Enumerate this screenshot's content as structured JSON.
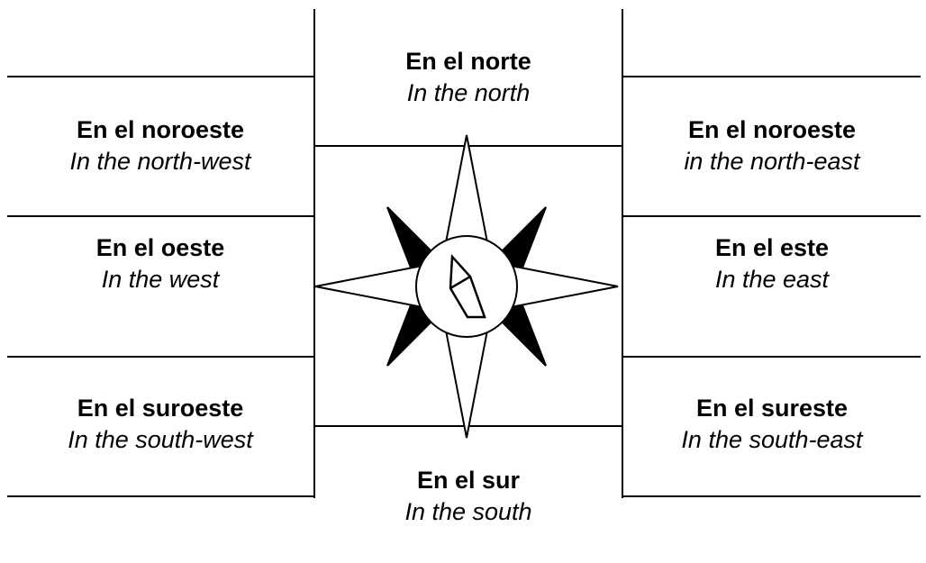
{
  "directions": {
    "north": {
      "es": "En el norte",
      "en": "In the north"
    },
    "northwest": {
      "es": "En el noroeste",
      "en": "In the north-west"
    },
    "northeast": {
      "es": "En el noroeste",
      "en": "in the north-east"
    },
    "west": {
      "es": "En el oeste",
      "en": "In the west"
    },
    "east": {
      "es": "En el este",
      "en": "In the east"
    },
    "southwest": {
      "es": "En el suroeste",
      "en": "In the south-west"
    },
    "southeast": {
      "es": "En el sureste",
      "en": "In the south-east"
    },
    "south": {
      "es": "En el sur",
      "en": "In the south"
    }
  },
  "icons": {
    "center": "compass-rose-icon"
  },
  "colors": {
    "ink": "#000000",
    "background": "#ffffff"
  }
}
